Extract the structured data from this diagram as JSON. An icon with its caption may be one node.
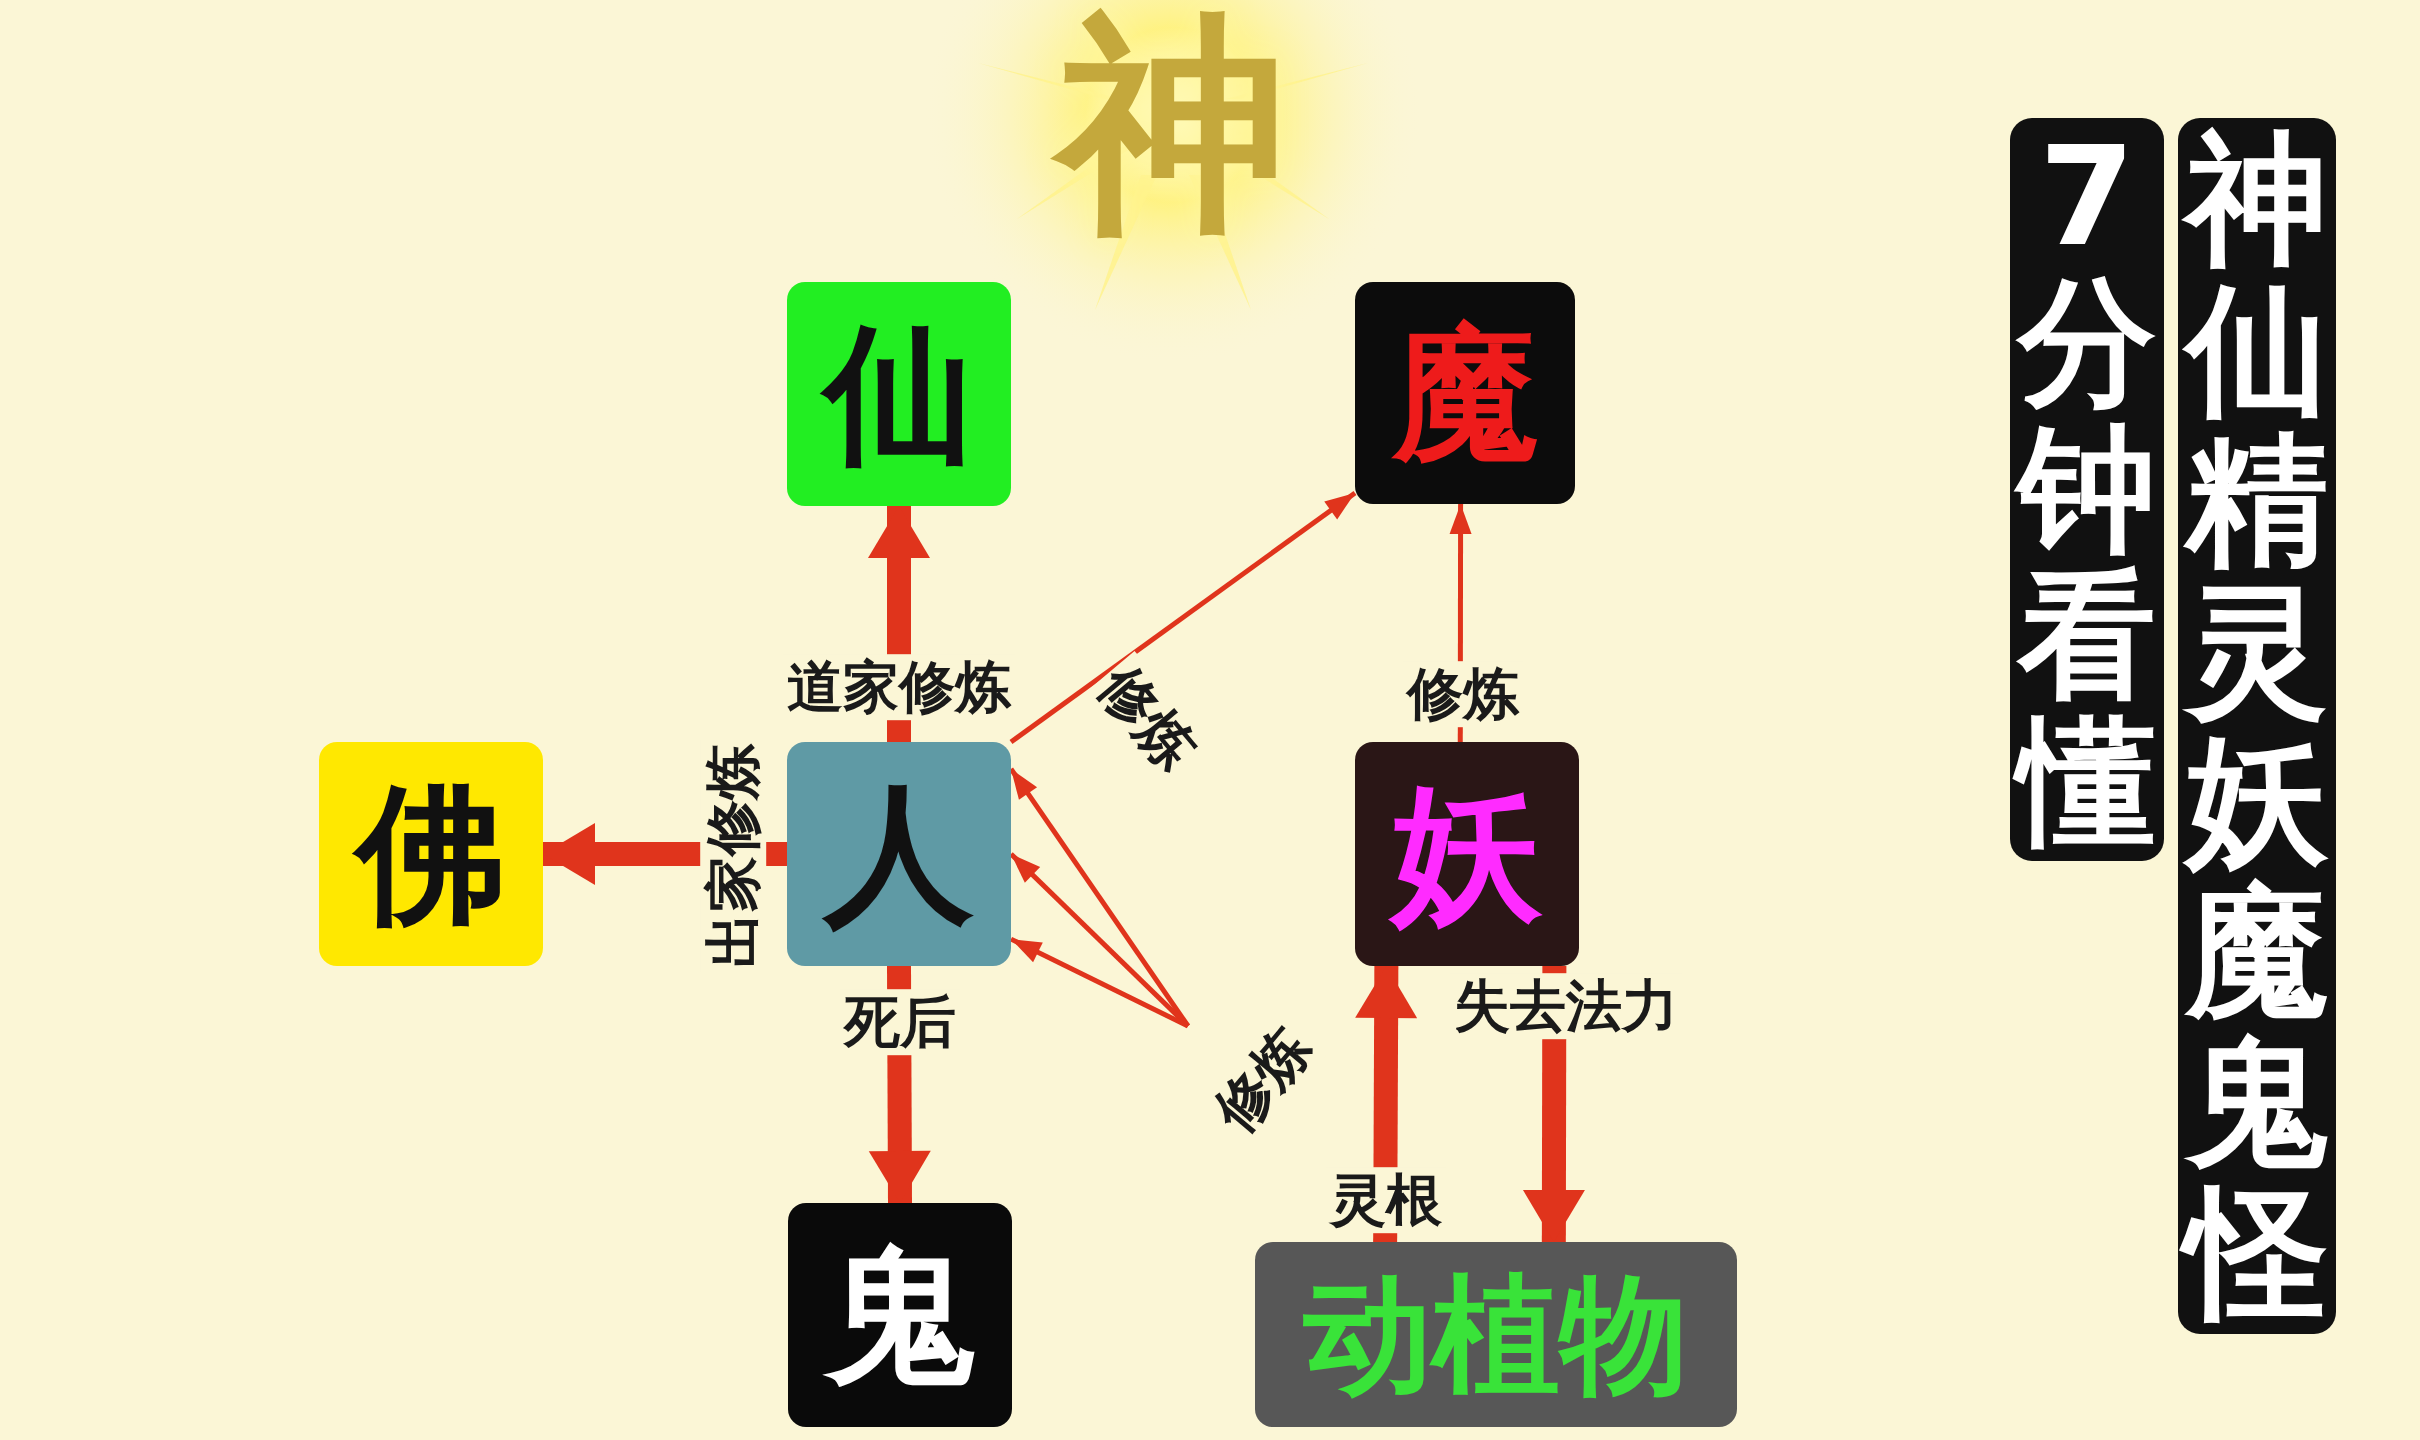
{
  "diagram": {
    "title": "神仙精灵妖魔鬼怪",
    "nodes": [
      {
        "text": [
          "仙"
        ]
      },
      {
        "text": [
          "魔"
        ]
      },
      {
        "text": [
          "佛"
        ]
      },
      {
        "text": [
          "人"
        ]
      },
      {
        "text": [
          "妖"
        ]
      },
      {
        "text": [
          "鬼"
        ]
      },
      {
        "text": [
          "动植物"
        ]
      }
    ],
    "edges": [
      {
        "from": 3,
        "to": 0,
        "arrow": "to",
        "label": "道家修炼",
        "style": "thick"
      },
      {
        "from": 3,
        "to": 2,
        "arrow": "to",
        "label": "出家修炼",
        "style": "thick"
      },
      {
        "from": 3,
        "to": 5,
        "arrow": "to",
        "label": "死后",
        "style": "thick"
      },
      {
        "from": 3,
        "to": 1,
        "arrow": "to",
        "label": "修炼"
      },
      {
        "from": 4,
        "to": 1,
        "arrow": "to",
        "label": "修炼"
      },
      {
        "from": 6,
        "to": 4,
        "arrow": "to",
        "label": "灵根",
        "style": "thick"
      },
      {
        "from": 4,
        "to": 6,
        "arrow": "to",
        "label": "失去法力",
        "style": "thick"
      },
      {
        "from": null,
        "to": 3,
        "arrow": "to"
      },
      {
        "from": null,
        "to": 3,
        "arrow": "to",
        "label": "修炼"
      },
      {
        "from": null,
        "to": 3,
        "arrow": "to"
      }
    ],
    "labels": [
      "神",
      "7分钟看懂"
    ]
  }
}
